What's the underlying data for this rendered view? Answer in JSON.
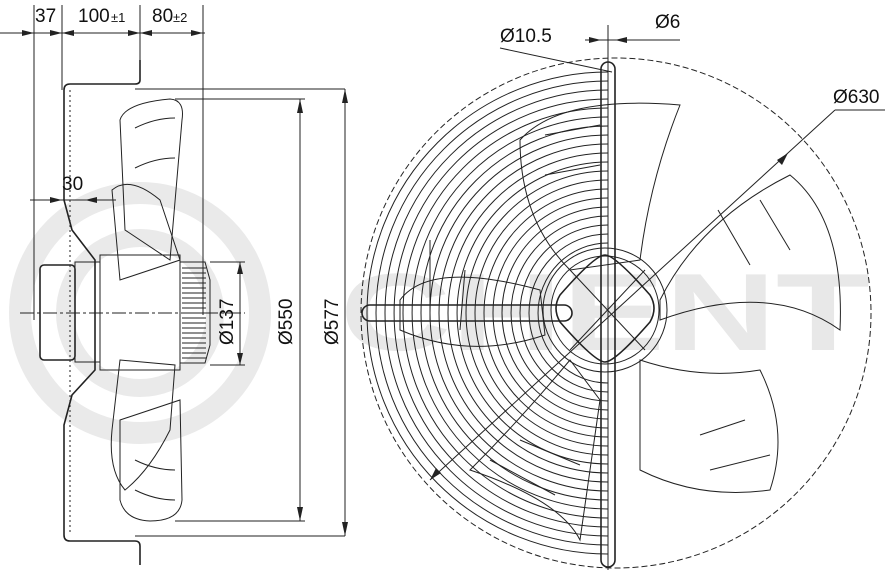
{
  "watermark": {
    "logo_text": "CHENT"
  },
  "side_view": {
    "dims": {
      "d37": "37",
      "d100": "100",
      "d100_tol": "±1",
      "d80": "80",
      "d80_tol": "±2",
      "d30": "30",
      "dia137": "Ø137",
      "dia550": "Ø550",
      "dia577": "Ø577"
    }
  },
  "front_view": {
    "dims": {
      "dia10_5": "Ø10.5",
      "dia6": "Ø6",
      "dia630": "Ø630"
    }
  }
}
